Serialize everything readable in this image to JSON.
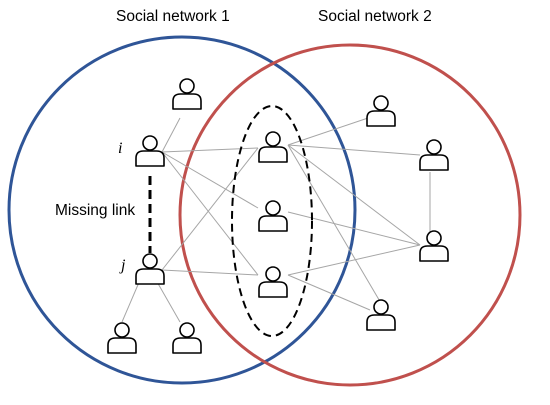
{
  "networks": [
    {
      "title": "Social network 1",
      "color": "#2f5597"
    },
    {
      "title": "Social network 2",
      "color": "#c0504d"
    }
  ],
  "node_labels": {
    "i": "i",
    "j": "j"
  },
  "missing_link_label": "Missing link",
  "colors": {
    "edge": "#a6a6a6",
    "missing_link": "#000000",
    "user_icon": "#000000"
  }
}
